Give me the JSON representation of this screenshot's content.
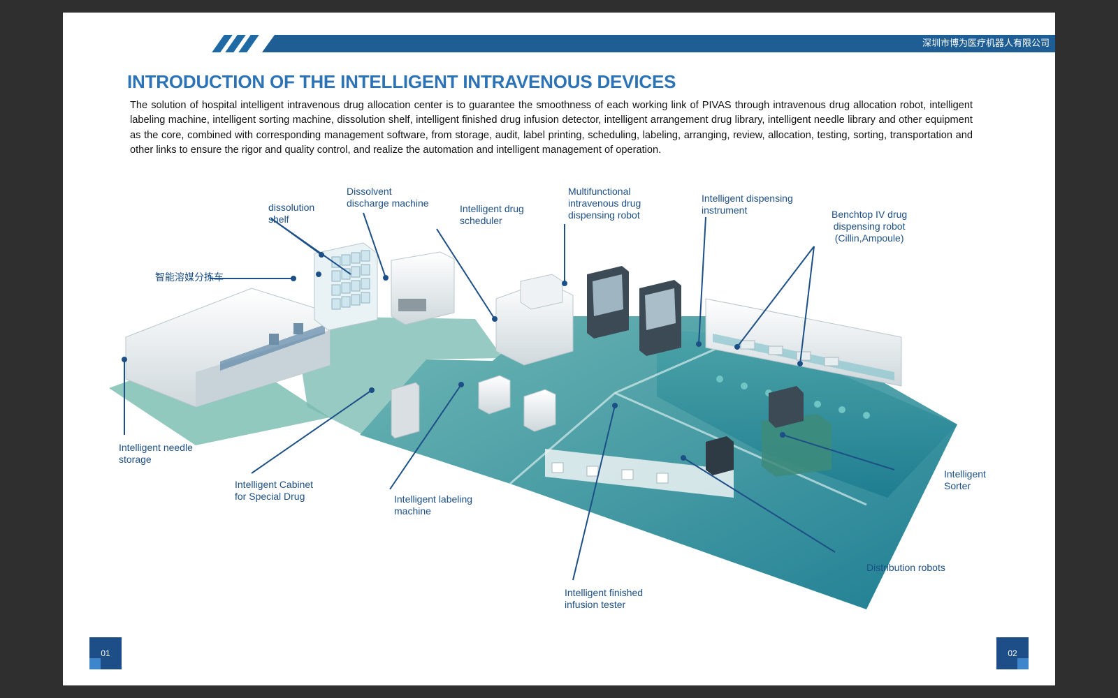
{
  "header": {
    "company": "深圳市博为医疗机器人有限公司"
  },
  "title": "INTRODUCTION OF THE INTELLIGENT INTRAVENOUS DEVICES",
  "intro": "The solution of hospital intelligent intravenous drug allocation center is to guarantee the smoothness of each working link of PIVAS through intravenous drug allocation robot, intelligent labeling machine, intelligent sorting machine, dissolution shelf, intelligent finished drug infusion detector, intelligent arrangement drug library, intelligent needle library and other equipment as the core, combined with corresponding management software, from storage, audit, label printing, scheduling, labeling, arranging, review, allocation, testing, sorting, transportation and other links to ensure the rigor and quality control, and realize the automation and intelligent management of operation.",
  "labels": {
    "dissolution_shelf": "dissolution\nshelf",
    "dissolvent_discharge": "Dissolvent\ndischarge machine",
    "drug_scheduler": "Intelligent drug\nscheduler",
    "multifunctional_robot": "Multifunctional\nintravenous drug\ndispensing robot",
    "dispensing_instrument": "Intelligent dispensing\ninstrument",
    "benchtop_robot": "Benchtop IV drug\ndispensing robot\n(Cillin,Ampoule)",
    "solvent_sorting_cart": "智能溶媒分拣车",
    "needle_storage": "Intelligent needle\nstorage",
    "special_drug_cabinet": "Intelligent Cabinet\nfor Special Drug",
    "labeling_machine": "Intelligent labeling\nmachine",
    "sorter": "Intelligent\nSorter",
    "distribution_robots": "Distribution robots",
    "infusion_tester": "Intelligent finished\ninfusion tester"
  },
  "pages": {
    "left": "01",
    "right": "02"
  },
  "colors": {
    "brand_blue": "#1f5e94",
    "title_blue": "#2c73b5",
    "label_blue": "#1c4f86",
    "floor_teal": "#2f8e96"
  }
}
